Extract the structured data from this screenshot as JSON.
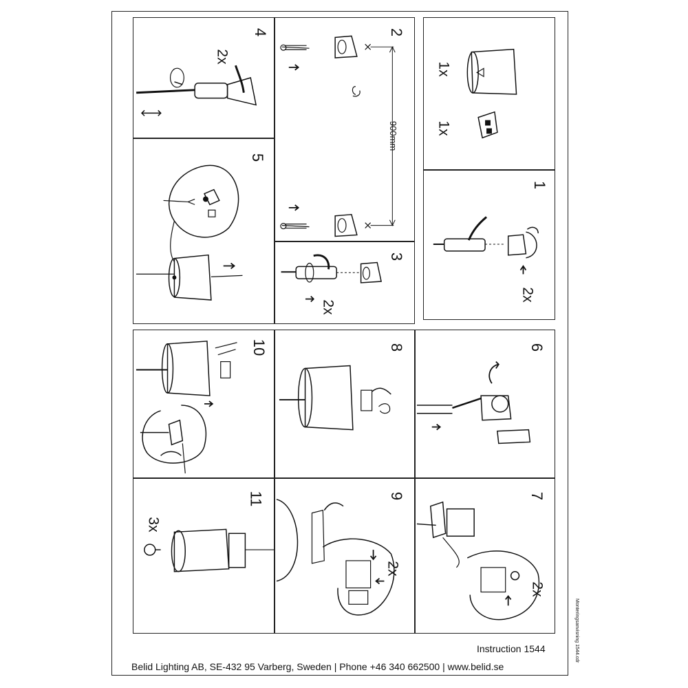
{
  "steps": {
    "s1": {
      "number": "1",
      "multiplier": "2x"
    },
    "s2": {
      "number": "2",
      "dimension": "900mm"
    },
    "s3": {
      "number": "3",
      "multiplier": "2x"
    },
    "s4": {
      "number": "4",
      "multiplier": "2x"
    },
    "s5": {
      "number": "5"
    },
    "s6": {
      "number": "6"
    },
    "s7": {
      "number": "7",
      "multiplier": "2x"
    },
    "s8": {
      "number": "8"
    },
    "s9": {
      "number": "9",
      "multiplier": "2x"
    },
    "s10": {
      "number": "10"
    },
    "s11": {
      "number": "11",
      "multiplier": "3x"
    }
  },
  "parts": {
    "canopy_count": "1x",
    "connector_count": "1x"
  },
  "footer": {
    "instruction": "Instruction 1544",
    "company": "Belid Lighting AB, SE-432 95 Varberg, Sweden | Phone +46 340 662500 | www.belid.se"
  },
  "side_code": "Monteringsanvisning 1544.cdr"
}
